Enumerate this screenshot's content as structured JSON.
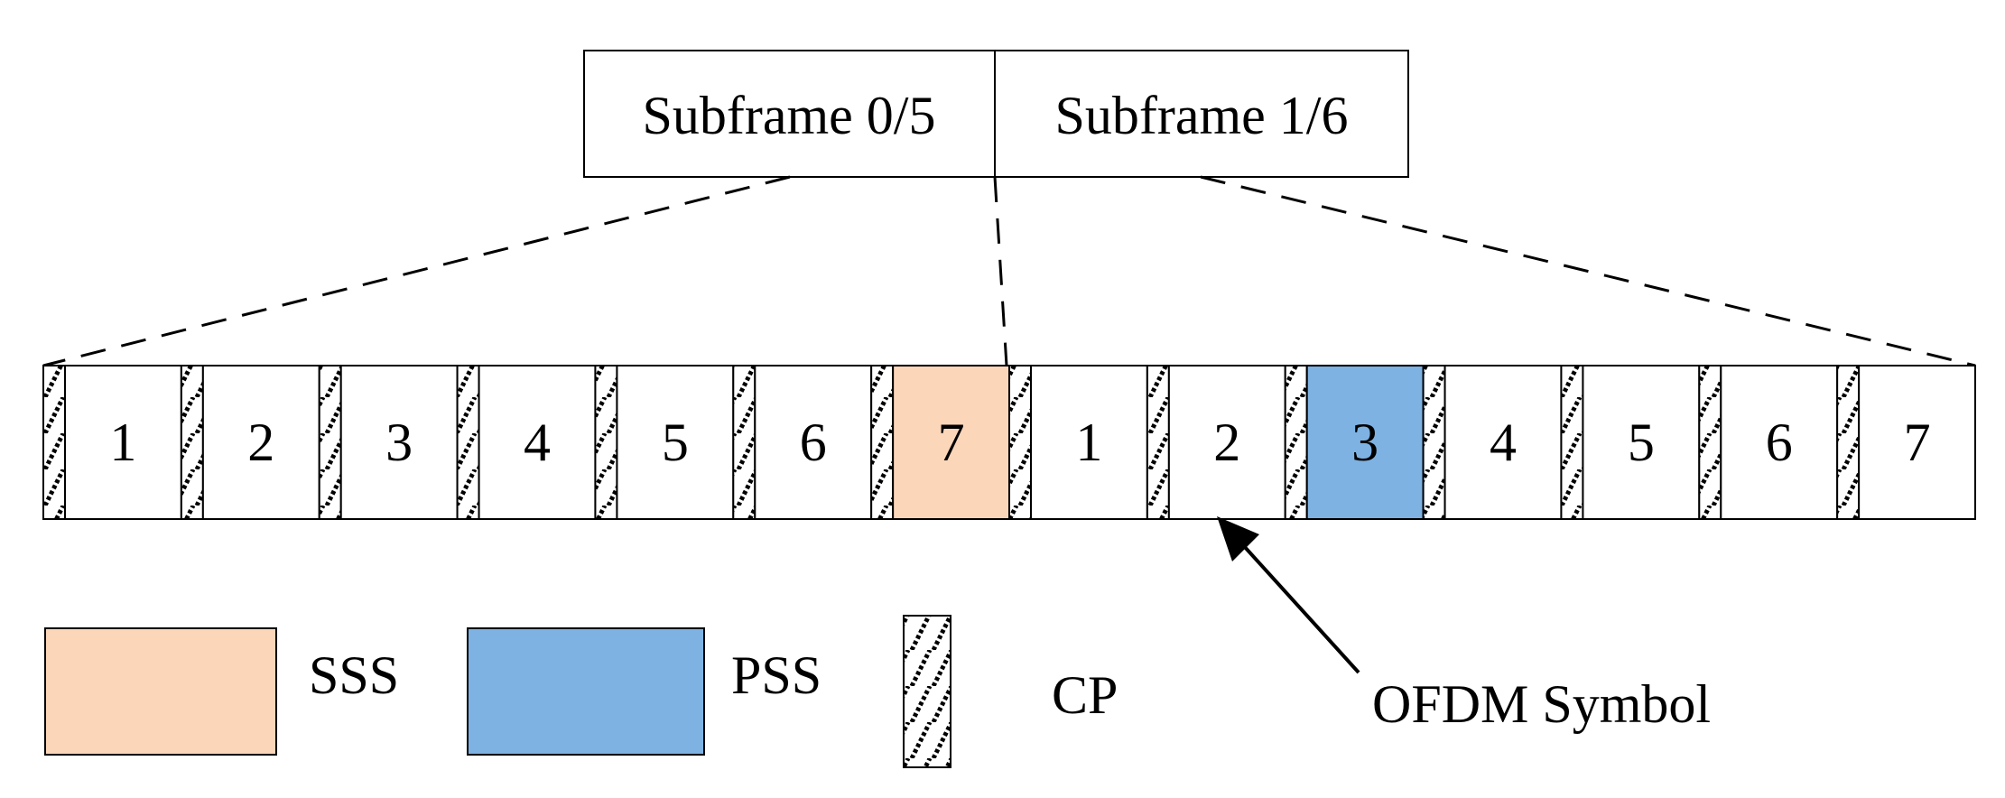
{
  "header": {
    "cells": [
      {
        "label": "Subframe 0/5"
      },
      {
        "label": "Subframe 1/6"
      }
    ]
  },
  "symbols": [
    {
      "label": "1",
      "fill": "none"
    },
    {
      "label": "2",
      "fill": "none"
    },
    {
      "label": "3",
      "fill": "none"
    },
    {
      "label": "4",
      "fill": "none"
    },
    {
      "label": "5",
      "fill": "none"
    },
    {
      "label": "6",
      "fill": "none"
    },
    {
      "label": "7",
      "fill": "sss"
    },
    {
      "label": "1",
      "fill": "none"
    },
    {
      "label": "2",
      "fill": "none"
    },
    {
      "label": "3",
      "fill": "pss"
    },
    {
      "label": "4",
      "fill": "none"
    },
    {
      "label": "5",
      "fill": "none"
    },
    {
      "label": "6",
      "fill": "none"
    },
    {
      "label": "7",
      "fill": "none"
    }
  ],
  "legend": {
    "sss": "SSS",
    "pss": "PSS",
    "cp": "CP"
  },
  "annotation": {
    "ofdm": "OFDM Symbol"
  },
  "colors": {
    "sss": "#fcd6b9",
    "pss": "#7db2e3",
    "line": "#000000",
    "background": "#ffffff"
  }
}
